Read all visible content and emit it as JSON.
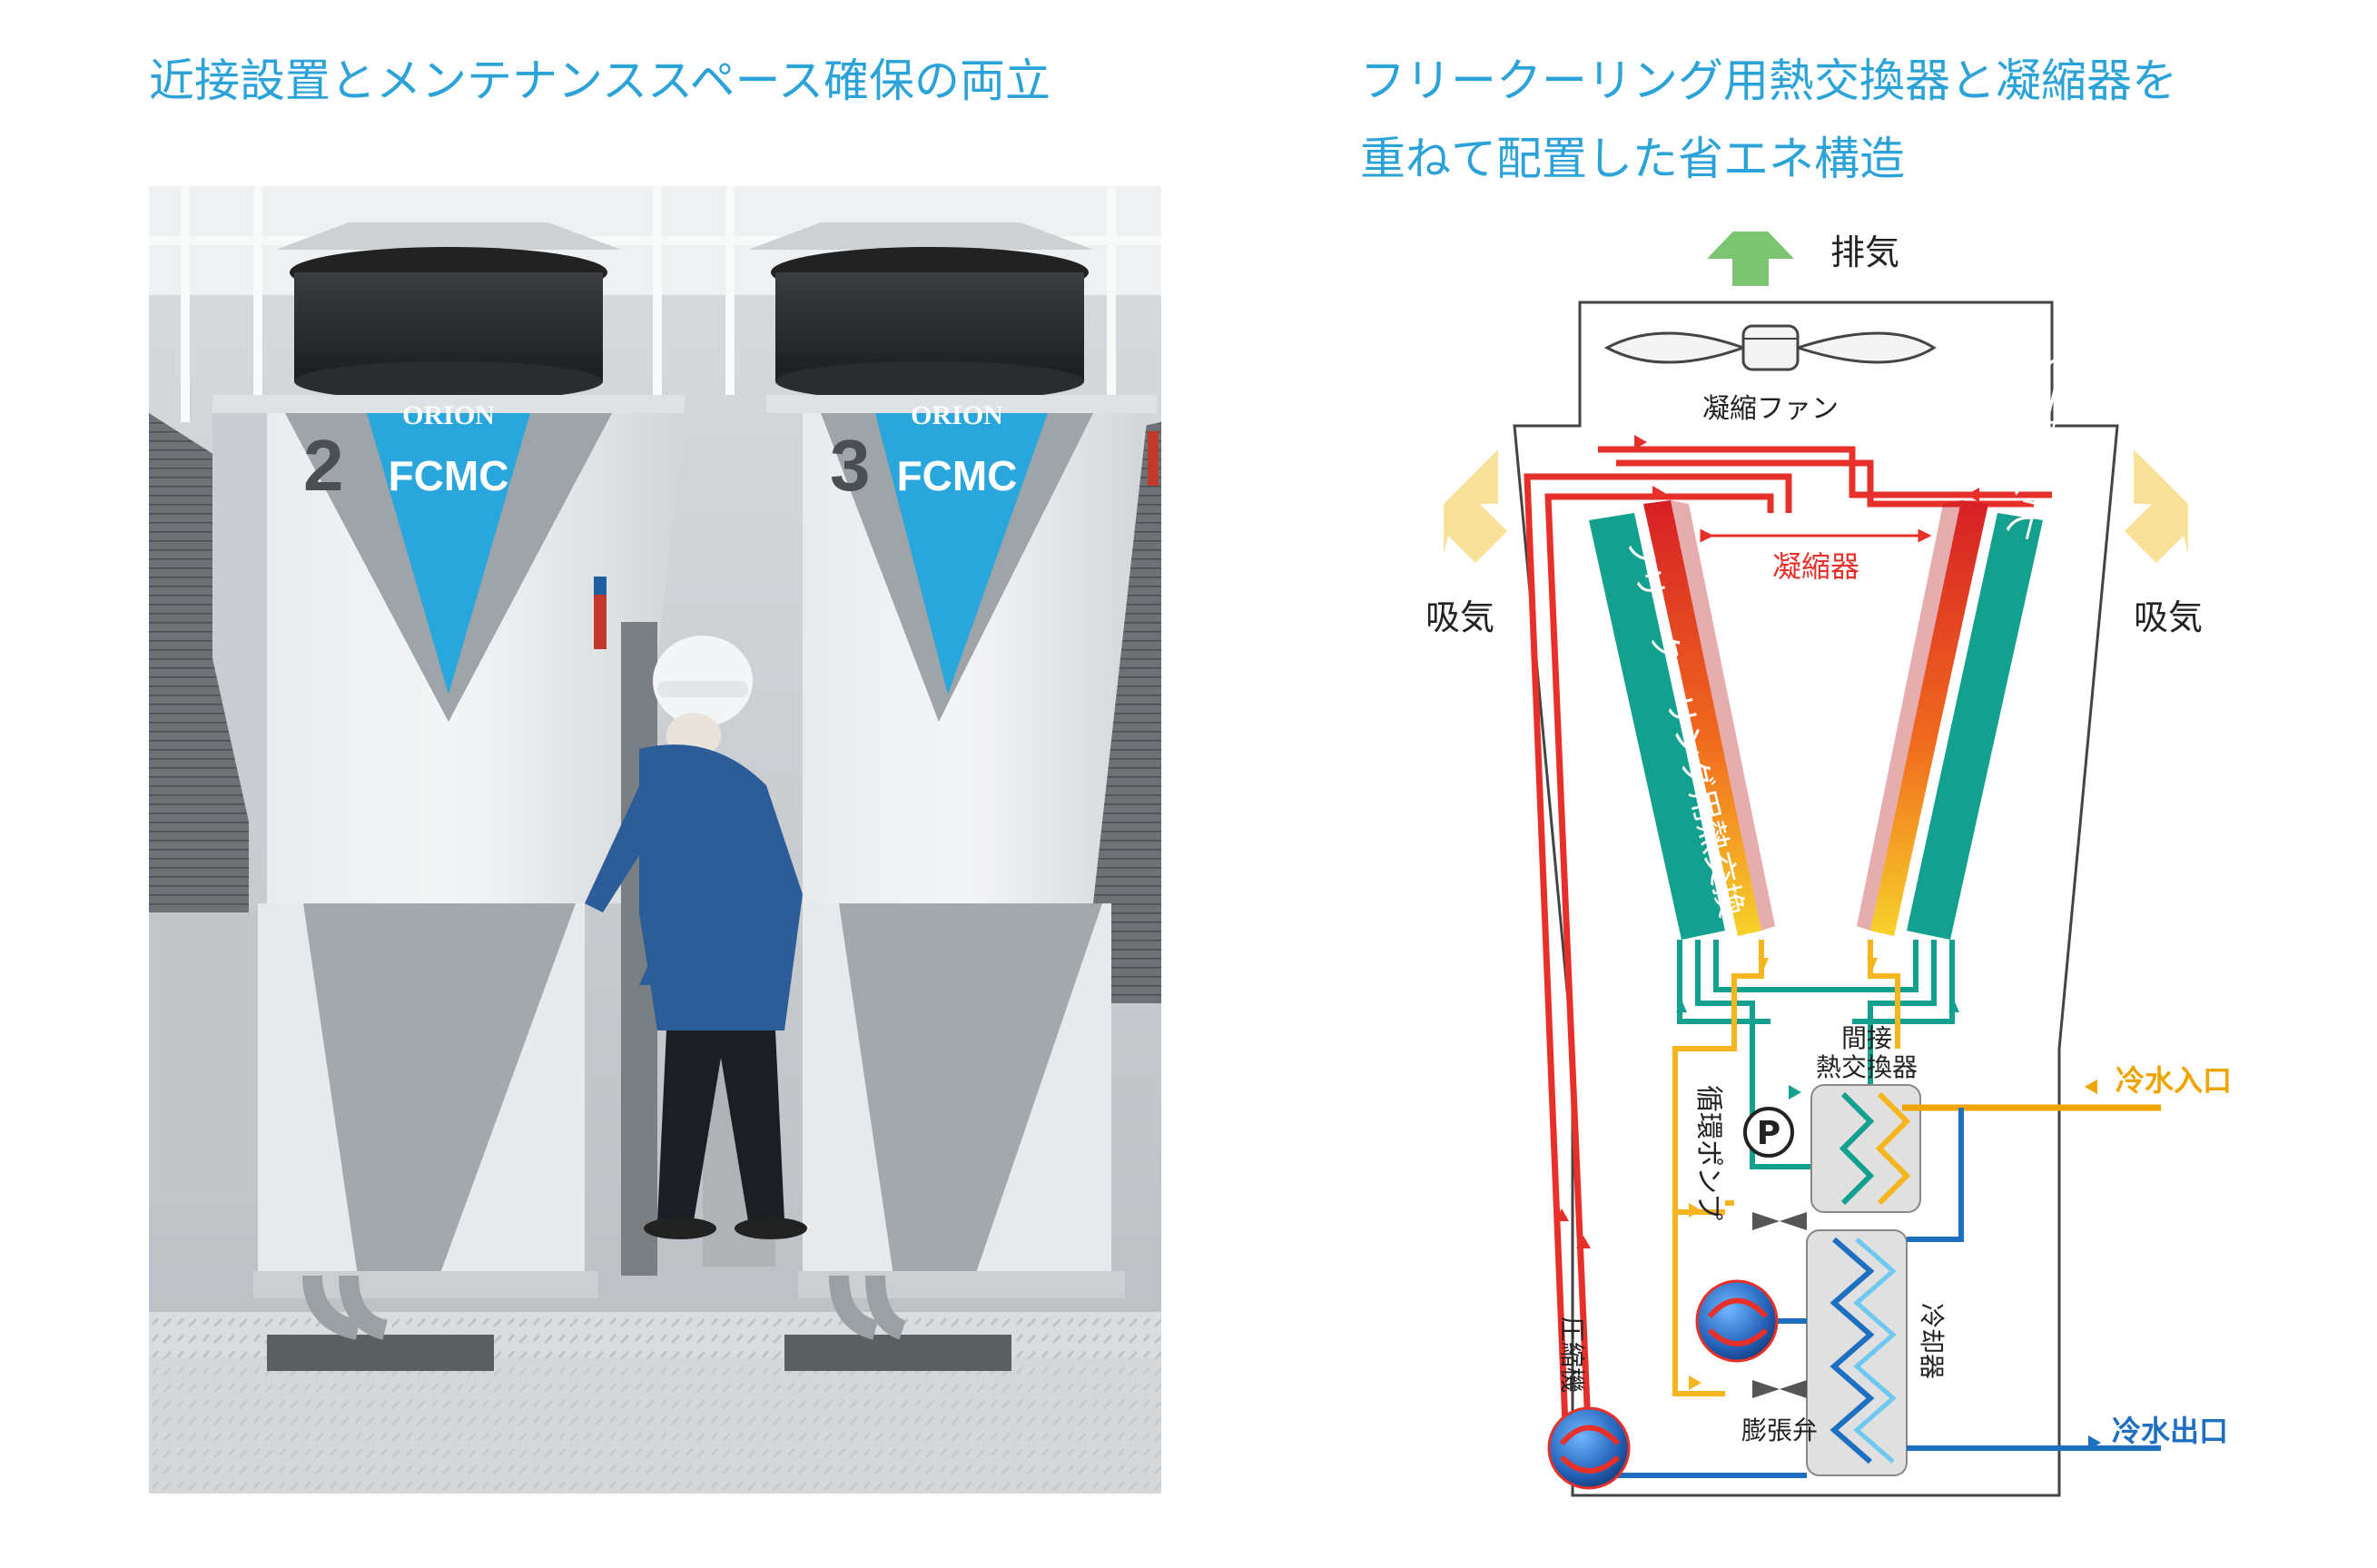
{
  "headings": {
    "left": "近接設置とメンテナンススペース確保の両立",
    "right_line1": "フリークーリング用熱交換器と凝縮器を",
    "right_line2": "重ねて配置した省エネ構造"
  },
  "photo": {
    "brand": "ORION",
    "model": "FCMC",
    "unit_numbers": [
      "2",
      "3"
    ]
  },
  "diagram": {
    "exhaust": "排気",
    "intake_left": "吸気",
    "intake_right": "吸気",
    "fan": "凝縮ファン",
    "condenser": "凝縮器",
    "fc_hx_left": "フリークーリング用熱交換",
    "fc_hx_right": "フリークーリング用熱交換",
    "indirect_hx_line1": "間接",
    "indirect_hx_line2": "熱交換器",
    "pump_symbol": "P",
    "pump_label": "循環ポンプ",
    "chilled_in": "冷水入口",
    "chilled_out": "冷水出口",
    "cooler": "冷却器",
    "compressor": "圧縮機",
    "expansion_valve": "膨張弁"
  },
  "colors": {
    "heading": "#2ba3d9",
    "teal_hx": "#14a08e",
    "refrigerant_hot": "#e8302a",
    "refrigerant_warm": "#f5a623",
    "chilled_in": "#f0a400",
    "chilled_out": "#1f6fc0",
    "exhaust_arrow": "#7cc472",
    "intake_arrow": "#f8e29a"
  }
}
